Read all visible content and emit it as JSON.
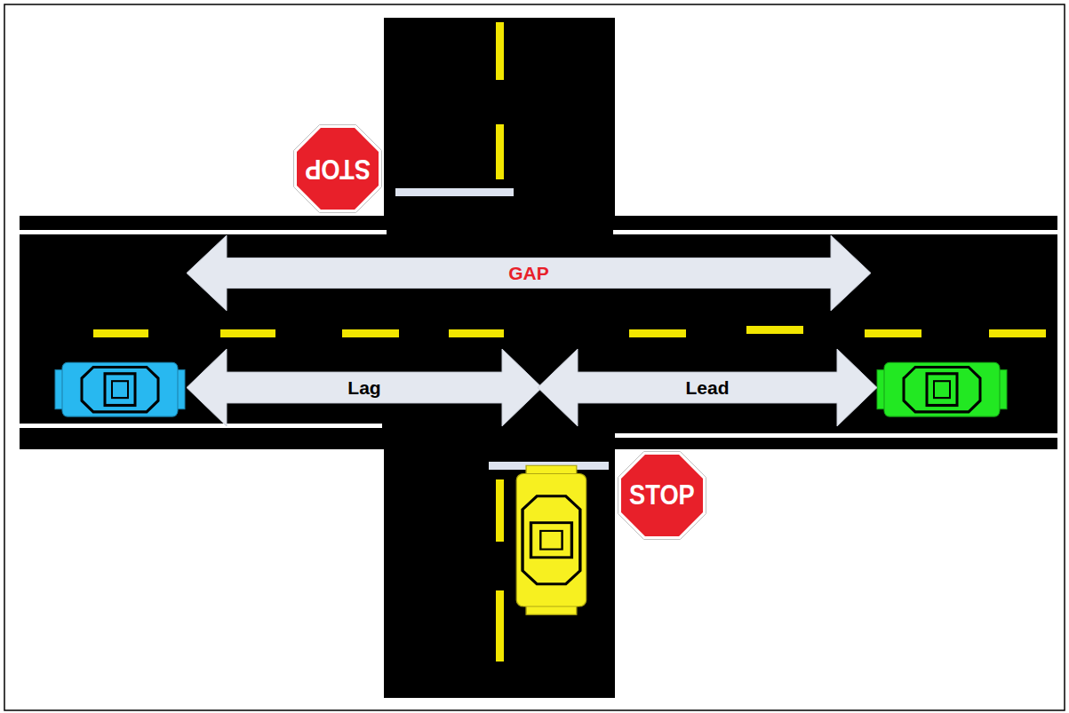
{
  "diagram": {
    "nodes": [
      {
        "text": [
          "STOP"
        ]
      },
      {
        "text": [
          "GAP"
        ]
      },
      {
        "text": [
          "Lag"
        ]
      },
      {
        "text": [
          "Lead"
        ]
      },
      {
        "text": [
          "STOP"
        ]
      }
    ]
  }
}
